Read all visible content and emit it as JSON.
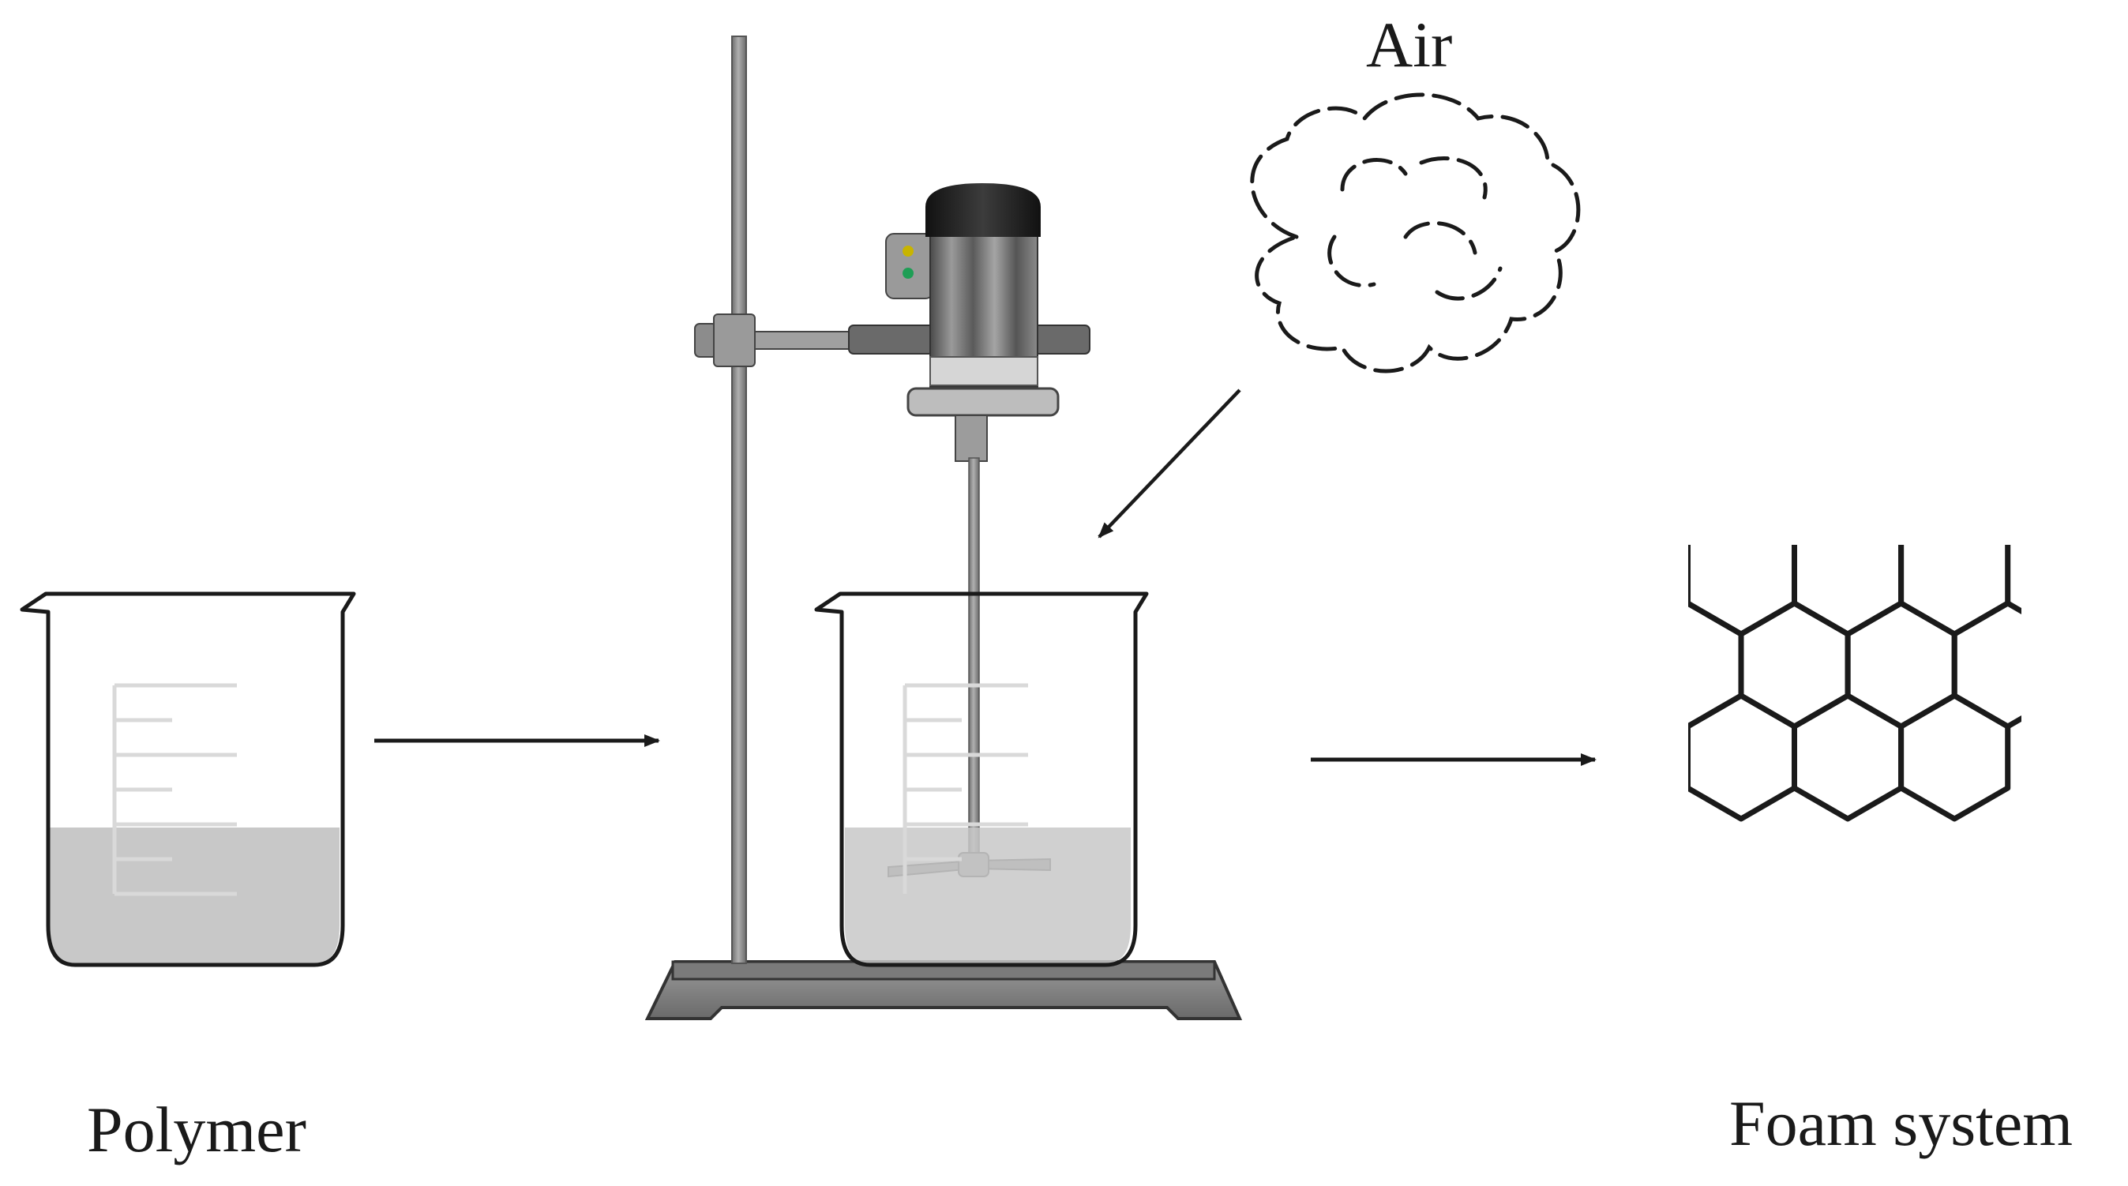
{
  "labels": {
    "input": "Polymer",
    "gas": "Air",
    "output": "Foam system"
  },
  "icons": {
    "input_beaker": "beaker-icon",
    "stand": "lab-stand-icon",
    "mixer": "overhead-stirrer-icon",
    "mixing_beaker": "beaker-icon",
    "cloud": "cloud-icon",
    "foam": "honeycomb-foam-icon"
  },
  "colors": {
    "line": "#1a1a1a",
    "liquid": "#c8c8c8",
    "scale_marks": "#d6d6d6",
    "metal": "#8a8a8a",
    "motor_dark": "#222222"
  }
}
